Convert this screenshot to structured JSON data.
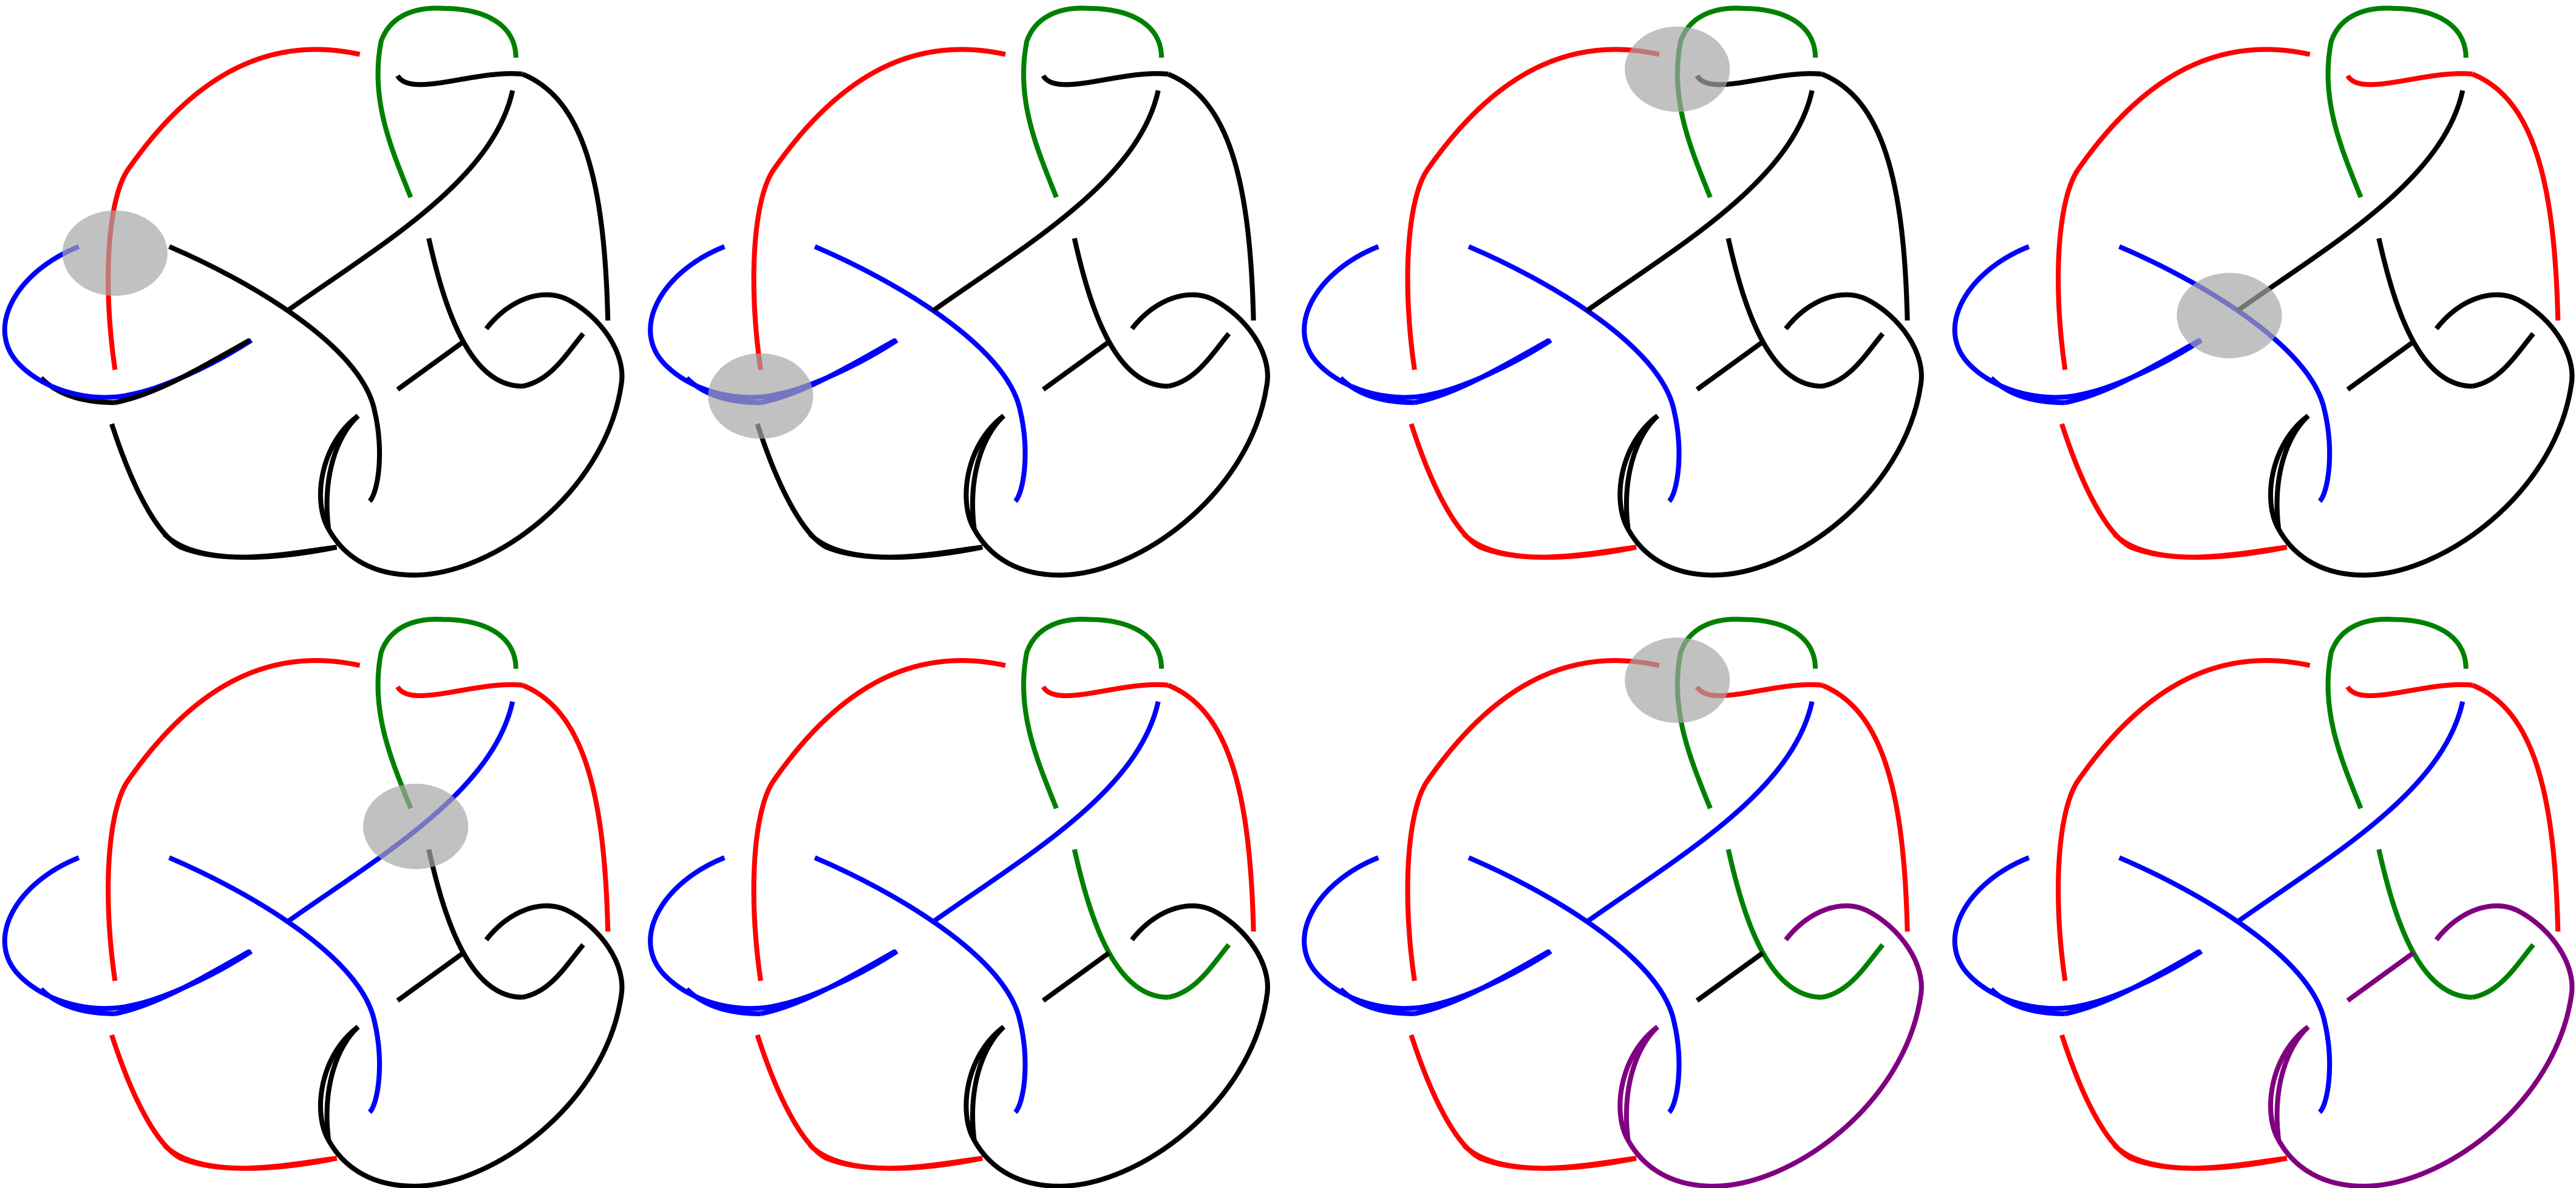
{
  "figure": {
    "panel_count": 8,
    "rows": 2,
    "columns": 4,
    "palette": {
      "black": "#000000",
      "red": "#ff0000",
      "green": "#008000",
      "blue": "#0000ff",
      "purple": "#800080",
      "marker": "#a6a6a6"
    },
    "panels": [
      {
        "index": 1,
        "colors": {
          "A": "blue",
          "B": "red",
          "C": "green",
          "D": "black",
          "E": "black",
          "F": "black",
          "G": "black",
          "H": "black",
          "I": "black",
          "J": "black",
          "K": "black",
          "L": "black",
          "M": "black",
          "N": "black",
          "O": "black",
          "P": "black"
        },
        "marker": "left"
      },
      {
        "index": 2,
        "colors": {
          "A": "blue",
          "B": "red",
          "C": "green",
          "D": "black",
          "E": "black",
          "F": "blue",
          "G": "black",
          "H": "black",
          "I": "black",
          "J": "blue",
          "K": "black",
          "L": "black",
          "M": "black",
          "N": "black",
          "O": "blue",
          "P": "black"
        },
        "marker": "lower-left"
      },
      {
        "index": 3,
        "colors": {
          "A": "blue",
          "B": "red",
          "C": "green",
          "D": "black",
          "E": "black",
          "F": "blue",
          "G": "black",
          "H": "black",
          "I": "black",
          "J": "blue",
          "K": "red",
          "L": "red",
          "M": "black",
          "N": "black",
          "O": "blue",
          "P": "black"
        },
        "marker": "top"
      },
      {
        "index": 4,
        "colors": {
          "A": "blue",
          "B": "red",
          "C": "green",
          "D": "red",
          "E": "red",
          "F": "blue",
          "G": "black",
          "H": "black",
          "I": "black",
          "J": "blue",
          "K": "red",
          "L": "red",
          "M": "black",
          "N": "black",
          "O": "blue",
          "P": "black"
        },
        "marker": "center"
      },
      {
        "index": 5,
        "colors": {
          "A": "blue",
          "B": "red",
          "C": "green",
          "D": "red",
          "E": "red",
          "F": "blue",
          "G": "blue",
          "H": "black",
          "I": "black",
          "J": "blue",
          "K": "red",
          "L": "red",
          "M": "black",
          "N": "black",
          "O": "blue",
          "P": "black"
        },
        "marker": "upper-center"
      },
      {
        "index": 6,
        "colors": {
          "A": "blue",
          "B": "red",
          "C": "green",
          "D": "red",
          "E": "red",
          "F": "blue",
          "G": "blue",
          "H": "green",
          "I": "black",
          "J": "blue",
          "K": "red",
          "L": "red",
          "M": "green",
          "N": "black",
          "O": "blue",
          "P": "black"
        },
        "marker": "none"
      },
      {
        "index": 7,
        "colors": {
          "A": "blue",
          "B": "red",
          "C": "green",
          "D": "red",
          "E": "red",
          "F": "blue",
          "G": "blue",
          "H": "green",
          "I": "black",
          "J": "blue",
          "K": "red",
          "L": "red",
          "M": "green",
          "N": "purple",
          "O": "blue",
          "P": "purple"
        },
        "marker": "top"
      },
      {
        "index": 8,
        "colors": {
          "A": "blue",
          "B": "red",
          "C": "green",
          "D": "red",
          "E": "red",
          "F": "blue",
          "G": "blue",
          "H": "green",
          "I": "purple",
          "J": "blue",
          "K": "red",
          "L": "red",
          "M": "green",
          "N": "purple",
          "O": "blue",
          "P": "purple"
        },
        "marker": "none"
      }
    ]
  }
}
